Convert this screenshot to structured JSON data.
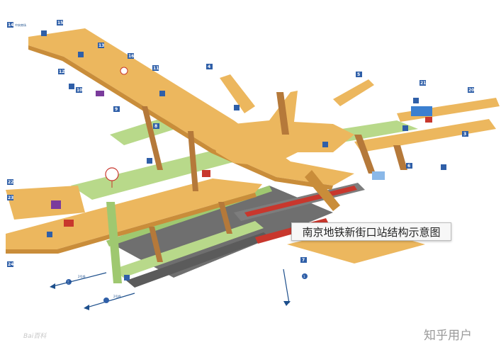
{
  "caption": "南京地铁新街口站结构示意图",
  "watermark": "知乎用户",
  "source_logo": "Bai百科",
  "colors": {
    "concourse": "#ecb75e",
    "concourse_dark": "#c98d3a",
    "platform_green": "#b8d98a",
    "track": "#5b5b5b",
    "exit_badge": "#2f5fa8",
    "line1_red": "#c8372d",
    "column_brown": "#b5793a"
  },
  "exits": [
    {
      "num": "14",
      "label": "中央商场"
    },
    {
      "num": "15",
      "label": ""
    },
    {
      "num": "13",
      "label": ""
    },
    {
      "num": "12",
      "label": ""
    },
    {
      "num": "16",
      "label": ""
    },
    {
      "num": "11",
      "label": ""
    },
    {
      "num": "10",
      "label": ""
    },
    {
      "num": "9",
      "label": ""
    },
    {
      "num": "8",
      "label": ""
    },
    {
      "num": "4",
      "label": ""
    },
    {
      "num": "5",
      "label": ""
    },
    {
      "num": "21",
      "label": ""
    },
    {
      "num": "20",
      "label": ""
    },
    {
      "num": "3",
      "label": ""
    },
    {
      "num": "6",
      "label": ""
    },
    {
      "num": "22",
      "label": ""
    },
    {
      "num": "23",
      "label": ""
    },
    {
      "num": "24",
      "label": ""
    },
    {
      "num": "7",
      "label": ""
    },
    {
      "num": "1",
      "label": ""
    },
    {
      "num": "2",
      "label": ""
    }
  ],
  "direction_arrows": [
    {
      "label": "2号线"
    },
    {
      "label": "2号线"
    }
  ],
  "icons": [
    "toilet-icon",
    "ticket-machine-icon",
    "elevator-icon",
    "escalator-icon",
    "service-center-icon"
  ]
}
